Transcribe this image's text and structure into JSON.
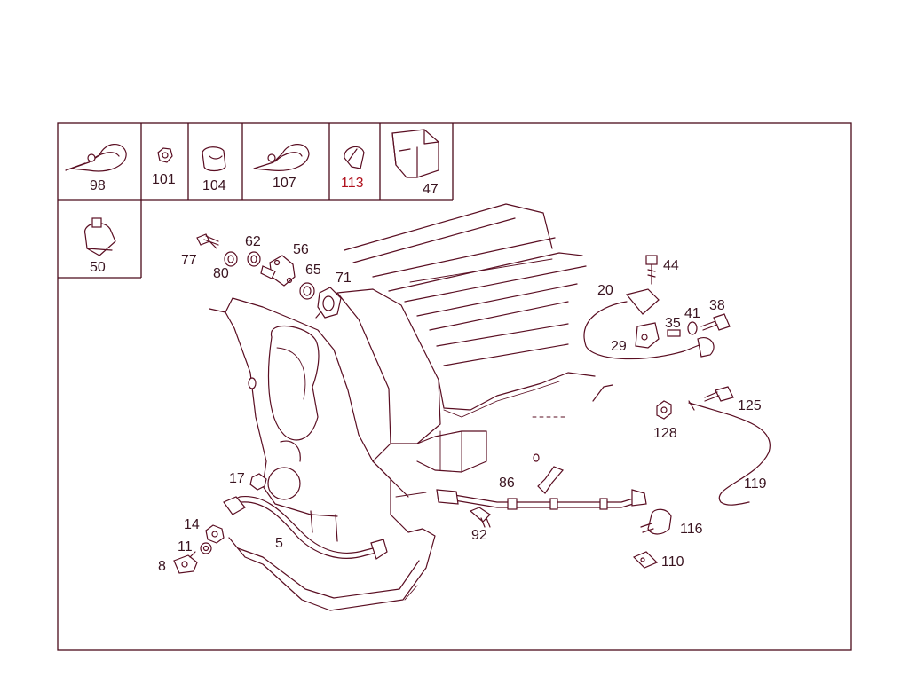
{
  "diagram": {
    "inset_labels": [
      {
        "key": "98",
        "text": "98"
      },
      {
        "key": "101",
        "text": "101"
      },
      {
        "key": "104",
        "text": "104"
      },
      {
        "key": "107",
        "text": "107"
      },
      {
        "key": "113",
        "text": "113"
      },
      {
        "key": "47",
        "text": "47"
      },
      {
        "key": "50",
        "text": "50"
      }
    ],
    "callouts": {
      "77": "77",
      "80": "80",
      "62": "62",
      "56": "56",
      "65": "65",
      "71": "71",
      "44": "44",
      "20": "20",
      "41": "41",
      "38": "38",
      "35": "35",
      "29": "29",
      "125": "125",
      "128": "128",
      "119": "119",
      "86": "86",
      "17": "17",
      "14": "14",
      "11": "11",
      "8": "8",
      "5": "5",
      "92": "92",
      "116": "116",
      "110": "110"
    },
    "colors": {
      "line": "#5a0e22",
      "frame": "#4a0a1a",
      "label_text": "#3a1420",
      "highlight_text": "#b0101c"
    }
  }
}
